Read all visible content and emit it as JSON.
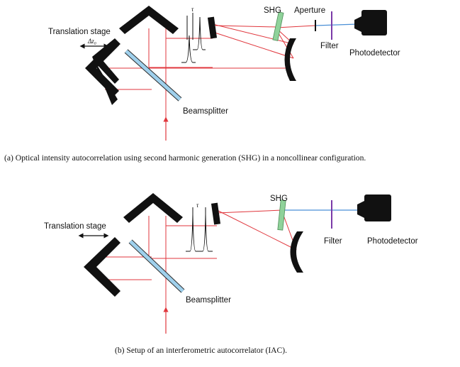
{
  "panel_a": {
    "labels": {
      "translation_stage": "Translation stage",
      "delta_z": "Δz₀",
      "tau": "τ",
      "shg": "SHG",
      "aperture": "Aperture",
      "filter": "Filter",
      "photodetector": "Photodetector",
      "beamsplitter": "Beamsplitter"
    },
    "caption": "(a)  Optical intensity autocorrelation using second harmonic generation (SHG) in a noncollinear configuration."
  },
  "panel_b": {
    "labels": {
      "translation_stage": "Translation stage",
      "tau": "τ",
      "shg": "SHG",
      "filter": "Filter",
      "photodetector": "Photodetector",
      "beamsplitter": "Beamsplitter"
    },
    "caption": "(b)  Setup of an interferometric autocorrelator (IAC)."
  },
  "colors": {
    "beam_red": "#e0363c",
    "beam_blue": "#4a8fd6",
    "shg_crystal": "#8fd29a",
    "beamsplitter": "#9fd0ec",
    "filter": "#7a3aa8",
    "mirror": "#111111"
  }
}
